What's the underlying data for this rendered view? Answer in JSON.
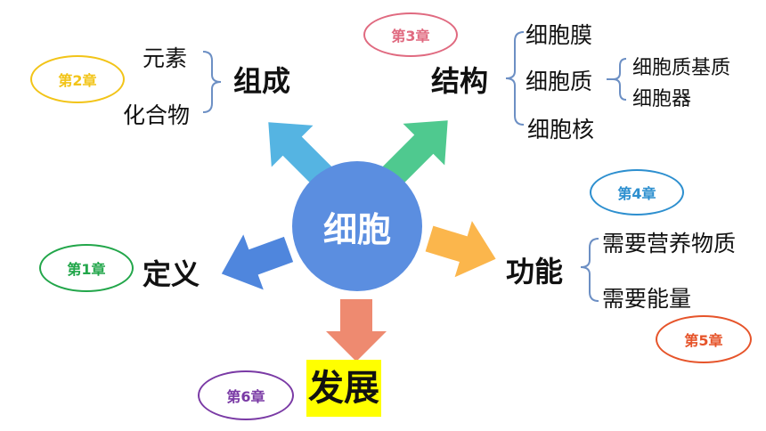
{
  "center": "细胞",
  "topics": {
    "composition": "组成",
    "structure": "结构",
    "function": "功能",
    "definition": "定义",
    "development": "发展"
  },
  "composition_items": [
    "元素",
    "化合物"
  ],
  "structure_items": [
    "细胞膜",
    "细胞质",
    "细胞核"
  ],
  "cytoplasm_items": [
    "细胞质基质",
    "细胞器"
  ],
  "function_items": [
    "需要营养物质",
    "需要能量"
  ],
  "chapters": {
    "ch1": "第1章",
    "ch2": "第2章",
    "ch3": "第3章",
    "ch4": "第4章",
    "ch5": "第5章",
    "ch6": "第6章"
  },
  "colors": {
    "center": "#5b8ee0",
    "arrow_composition": "#55b4e2",
    "arrow_structure": "#4fc98f",
    "arrow_function": "#fbb64c",
    "arrow_definition": "#4f86dd",
    "arrow_development": "#ee8a70",
    "badge_ch1": "#22a64a",
    "badge_ch2": "#f2c418",
    "badge_ch3": "#e06a80",
    "badge_ch4": "#2d8fcf",
    "badge_ch5": "#e6542a",
    "badge_ch6": "#7a3aa5",
    "bracket": "#6c8fc4",
    "highlight": "#ffff00"
  }
}
